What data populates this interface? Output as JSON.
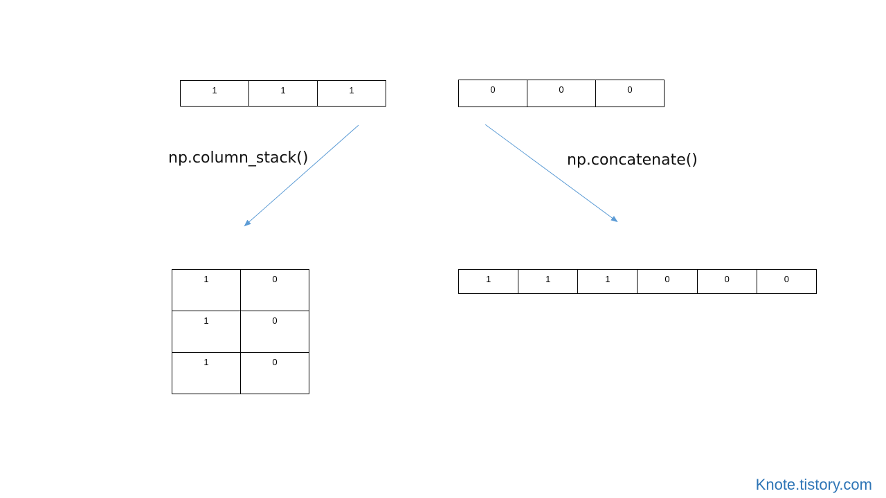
{
  "arrays": {
    "ones": [
      "1",
      "1",
      "1"
    ],
    "zeros": [
      "0",
      "0",
      "0"
    ],
    "column_stack_result": [
      [
        "1",
        "0"
      ],
      [
        "1",
        "0"
      ],
      [
        "1",
        "0"
      ]
    ],
    "concatenate_result": [
      "1",
      "1",
      "1",
      "0",
      "0",
      "0"
    ]
  },
  "labels": {
    "column_stack": "np.column_stack()",
    "concatenate": "np.concatenate()"
  },
  "watermark": "Knote.tistory.com",
  "colors": {
    "arrow": "#5b9bd5",
    "watermark": "#2e75b6",
    "border": "#000000"
  }
}
